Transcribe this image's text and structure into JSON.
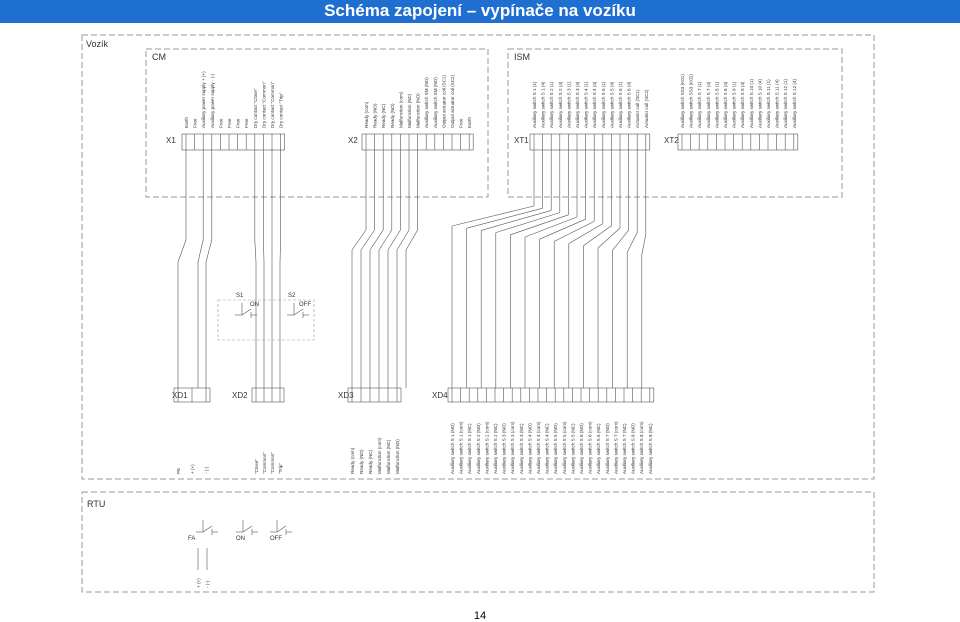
{
  "title": "Schéma zapojení – vypínače na vozíku",
  "page_number": "14",
  "colors": {
    "title_bar": "#1f6fd1",
    "line": "#555555",
    "dash": "#9a9a9a"
  },
  "frames": {
    "vozik": "Vozík",
    "rtu": "RTU"
  },
  "boxes": {
    "cm": "CM",
    "ism": "ISM"
  },
  "connectors_top": {
    "x1": "X1",
    "x2": "X2",
    "xt1": "XT1",
    "xt2": "XT2"
  },
  "connectors_bottom": {
    "xd1": "XD1",
    "xd2": "XD2",
    "xd3": "XD3",
    "xd4": "XD4"
  },
  "switch_labels": {
    "s1": "S1",
    "on": "ON",
    "s2": "S2",
    "off": "OFF",
    "rtu_fa": "FA",
    "rtu_on": "ON",
    "rtu_off": "OFF"
  },
  "x1_pins": [
    "Earth",
    "Free",
    "Auxiliary power supply + (+)",
    "Auxiliary power supply - (-)",
    "Free",
    "Free",
    "Free",
    "Free",
    "Dry contact \"Close\"",
    "Dry contact \"Common\"",
    "Dry contact \"Common\"",
    "Dry contact \"Trip\""
  ],
  "x2_pins": [
    "Ready (com)",
    "Ready (NO)",
    "Ready (NC)",
    "Ready (NO)",
    "Malfunction (com)",
    "Malfunction (NC)",
    "Malfunction (NO)",
    "Auxiliary switch SM (NO)",
    "Auxiliary switch SM (NO)",
    "Output actuator coil (SC1)",
    "Output actuator coil (SC2)",
    "Free",
    "Earth"
  ],
  "xt1_pins": [
    "Auxiliary switch S 1 (1)",
    "Auxiliary switch S 1 (4)",
    "Auxiliary switch S 2 (1)",
    "Auxiliary switch S 2 (4)",
    "Auxiliary switch S 3 (1)",
    "Auxiliary switch S 3 (4)",
    "Auxiliary switch S 4 (1)",
    "Auxiliary switch S 4 (4)",
    "Auxiliary switch S 5 (1)",
    "Auxiliary switch S 5 (4)",
    "Auxiliary switch S 6 (1)",
    "Auxiliary switch S 6 (4)",
    "Actuator coil (SC1)",
    "Actuator coil (SC2)"
  ],
  "xt2_pins": [
    "Auxiliary switch SS3 (K01)",
    "Auxiliary switch SS3 (K02)",
    "Auxiliary switch S 7 (1)",
    "Auxiliary switch S 7 (4)",
    "Auxiliary switch S 8 (1)",
    "Auxiliary switch S 8 (4)",
    "Auxiliary switch S 9 (1)",
    "Auxiliary switch S 9 (4)",
    "Auxiliary switch S 10 (1)",
    "Auxiliary switch S 10 (4)",
    "Auxiliary switch S 11 (1)",
    "Auxiliary switch S 11 (4)",
    "Auxiliary switch S 12 (1)",
    "Auxiliary switch S 12 (4)"
  ],
  "xd1_pins": [
    "PE",
    "+ (+)",
    "- (-)"
  ],
  "xd2_pins": [
    "\"Close\"",
    "\"Common\"",
    "\"Common\"",
    "\"Trip\""
  ],
  "xd3_pins": [
    "Ready (com)",
    "Ready (NO)",
    "Ready (NC)",
    "Malfunction (com)",
    "Malfunction (NC)",
    "Malfunction (NO)"
  ],
  "xd4_pins": [
    "Auxiliary switch S 1 (NO)",
    "Auxiliary switch S 1 (com)",
    "Auxiliary switch S 1 (NC)",
    "Auxiliary switch S 2 (NO)",
    "Auxiliary switch S 2 (com)",
    "Auxiliary switch S 2 (NC)",
    "Auxiliary switch S 3 (NO)",
    "Auxiliary switch S 3 (com)",
    "Auxiliary switch S 3 (NC)",
    "Auxiliary switch S 4 (NO)",
    "Auxiliary switch S 4 (com)",
    "Auxiliary switch S 4 (NC)",
    "Auxiliary switch S 5 (NO)",
    "Auxiliary switch S 5 (com)",
    "Auxiliary switch S 5 (NC)",
    "Auxiliary switch S 6 (NO)",
    "Auxiliary switch S 6 (com)",
    "Auxiliary switch S 6 (NC)",
    "Auxiliary switch S 7 (NO)",
    "Auxiliary switch S 7 (com)",
    "Auxiliary switch S 7 (NC)",
    "Auxiliary switch S 8 (NO)",
    "Auxiliary switch S 8 (com)",
    "Auxiliary switch S 8 (NC)"
  ],
  "rtu_terminals": [
    "+ (+)",
    "- (-)"
  ]
}
